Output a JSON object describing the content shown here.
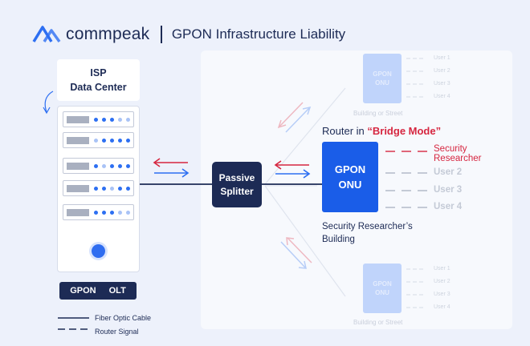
{
  "header": {
    "brand": "commpeak",
    "title": "GPON Infrastructure Liability"
  },
  "isp": {
    "line1": "ISP",
    "line2": "Data Center"
  },
  "olt": {
    "label1": "GPON",
    "label2": "OLT"
  },
  "legend": {
    "fiber": "Fiber Optic Cable",
    "router": "Router Signal"
  },
  "splitter": {
    "line1": "Passive",
    "line2": "Splitter"
  },
  "router": {
    "title_prefix": "Router in ",
    "title_mode": "“Bridge Mode”"
  },
  "onu": {
    "line1": "GPON",
    "line2": "ONU"
  },
  "users": {
    "security_line1": "Security",
    "security_line2": "Researcher",
    "user2": "User 2",
    "user3": "User 3",
    "user4": "User 4"
  },
  "building": {
    "line1": "Security Researcher’s",
    "line2": "Building"
  },
  "ghost": {
    "onu1": "GPON",
    "onu2": "ONU",
    "building_caption": "Building or Street",
    "users": [
      "User 1",
      "User 2",
      "User 3",
      "User 4"
    ]
  },
  "colors": {
    "navy": "#1d2b55",
    "blue": "#1a5de8",
    "red": "#d62640"
  }
}
